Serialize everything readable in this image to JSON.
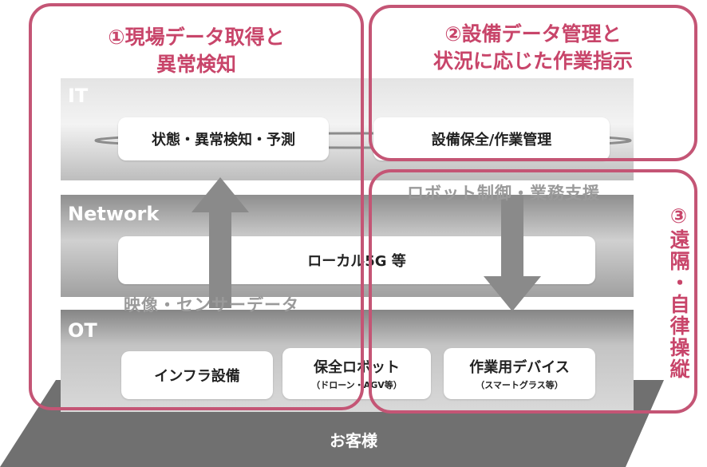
{
  "sections": {
    "s1_title_line1": "①現場データ取得と",
    "s1_title_line2": "異常検知",
    "s2_title_line1": "②設備データ管理と",
    "s2_title_line2": "状況に応じた作業指示",
    "s3_title": "③遠隔・自律操縦"
  },
  "layers": {
    "it": "IT",
    "network": "Network",
    "ot": "OT"
  },
  "boxes": {
    "anomaly": "状態・異常検知・予測",
    "maintenance": "設備保全/作業管理",
    "local5g": "ローカル5G 等",
    "infra": "インフラ設備",
    "robot": "保全ロボット",
    "robot_sub": "（ドローン・AGV等）",
    "device": "作業用デバイス",
    "device_sub": "（スマートグラス等）"
  },
  "arrows": {
    "up_label": "映像・センサーデータ",
    "down_label": "ロボット制御・業務支援"
  },
  "base": {
    "label": "お客様"
  },
  "colors": {
    "accent": "#c45575",
    "accent_text": "#c8456a",
    "base": "#707070",
    "arrow": "#8a8a8a"
  }
}
